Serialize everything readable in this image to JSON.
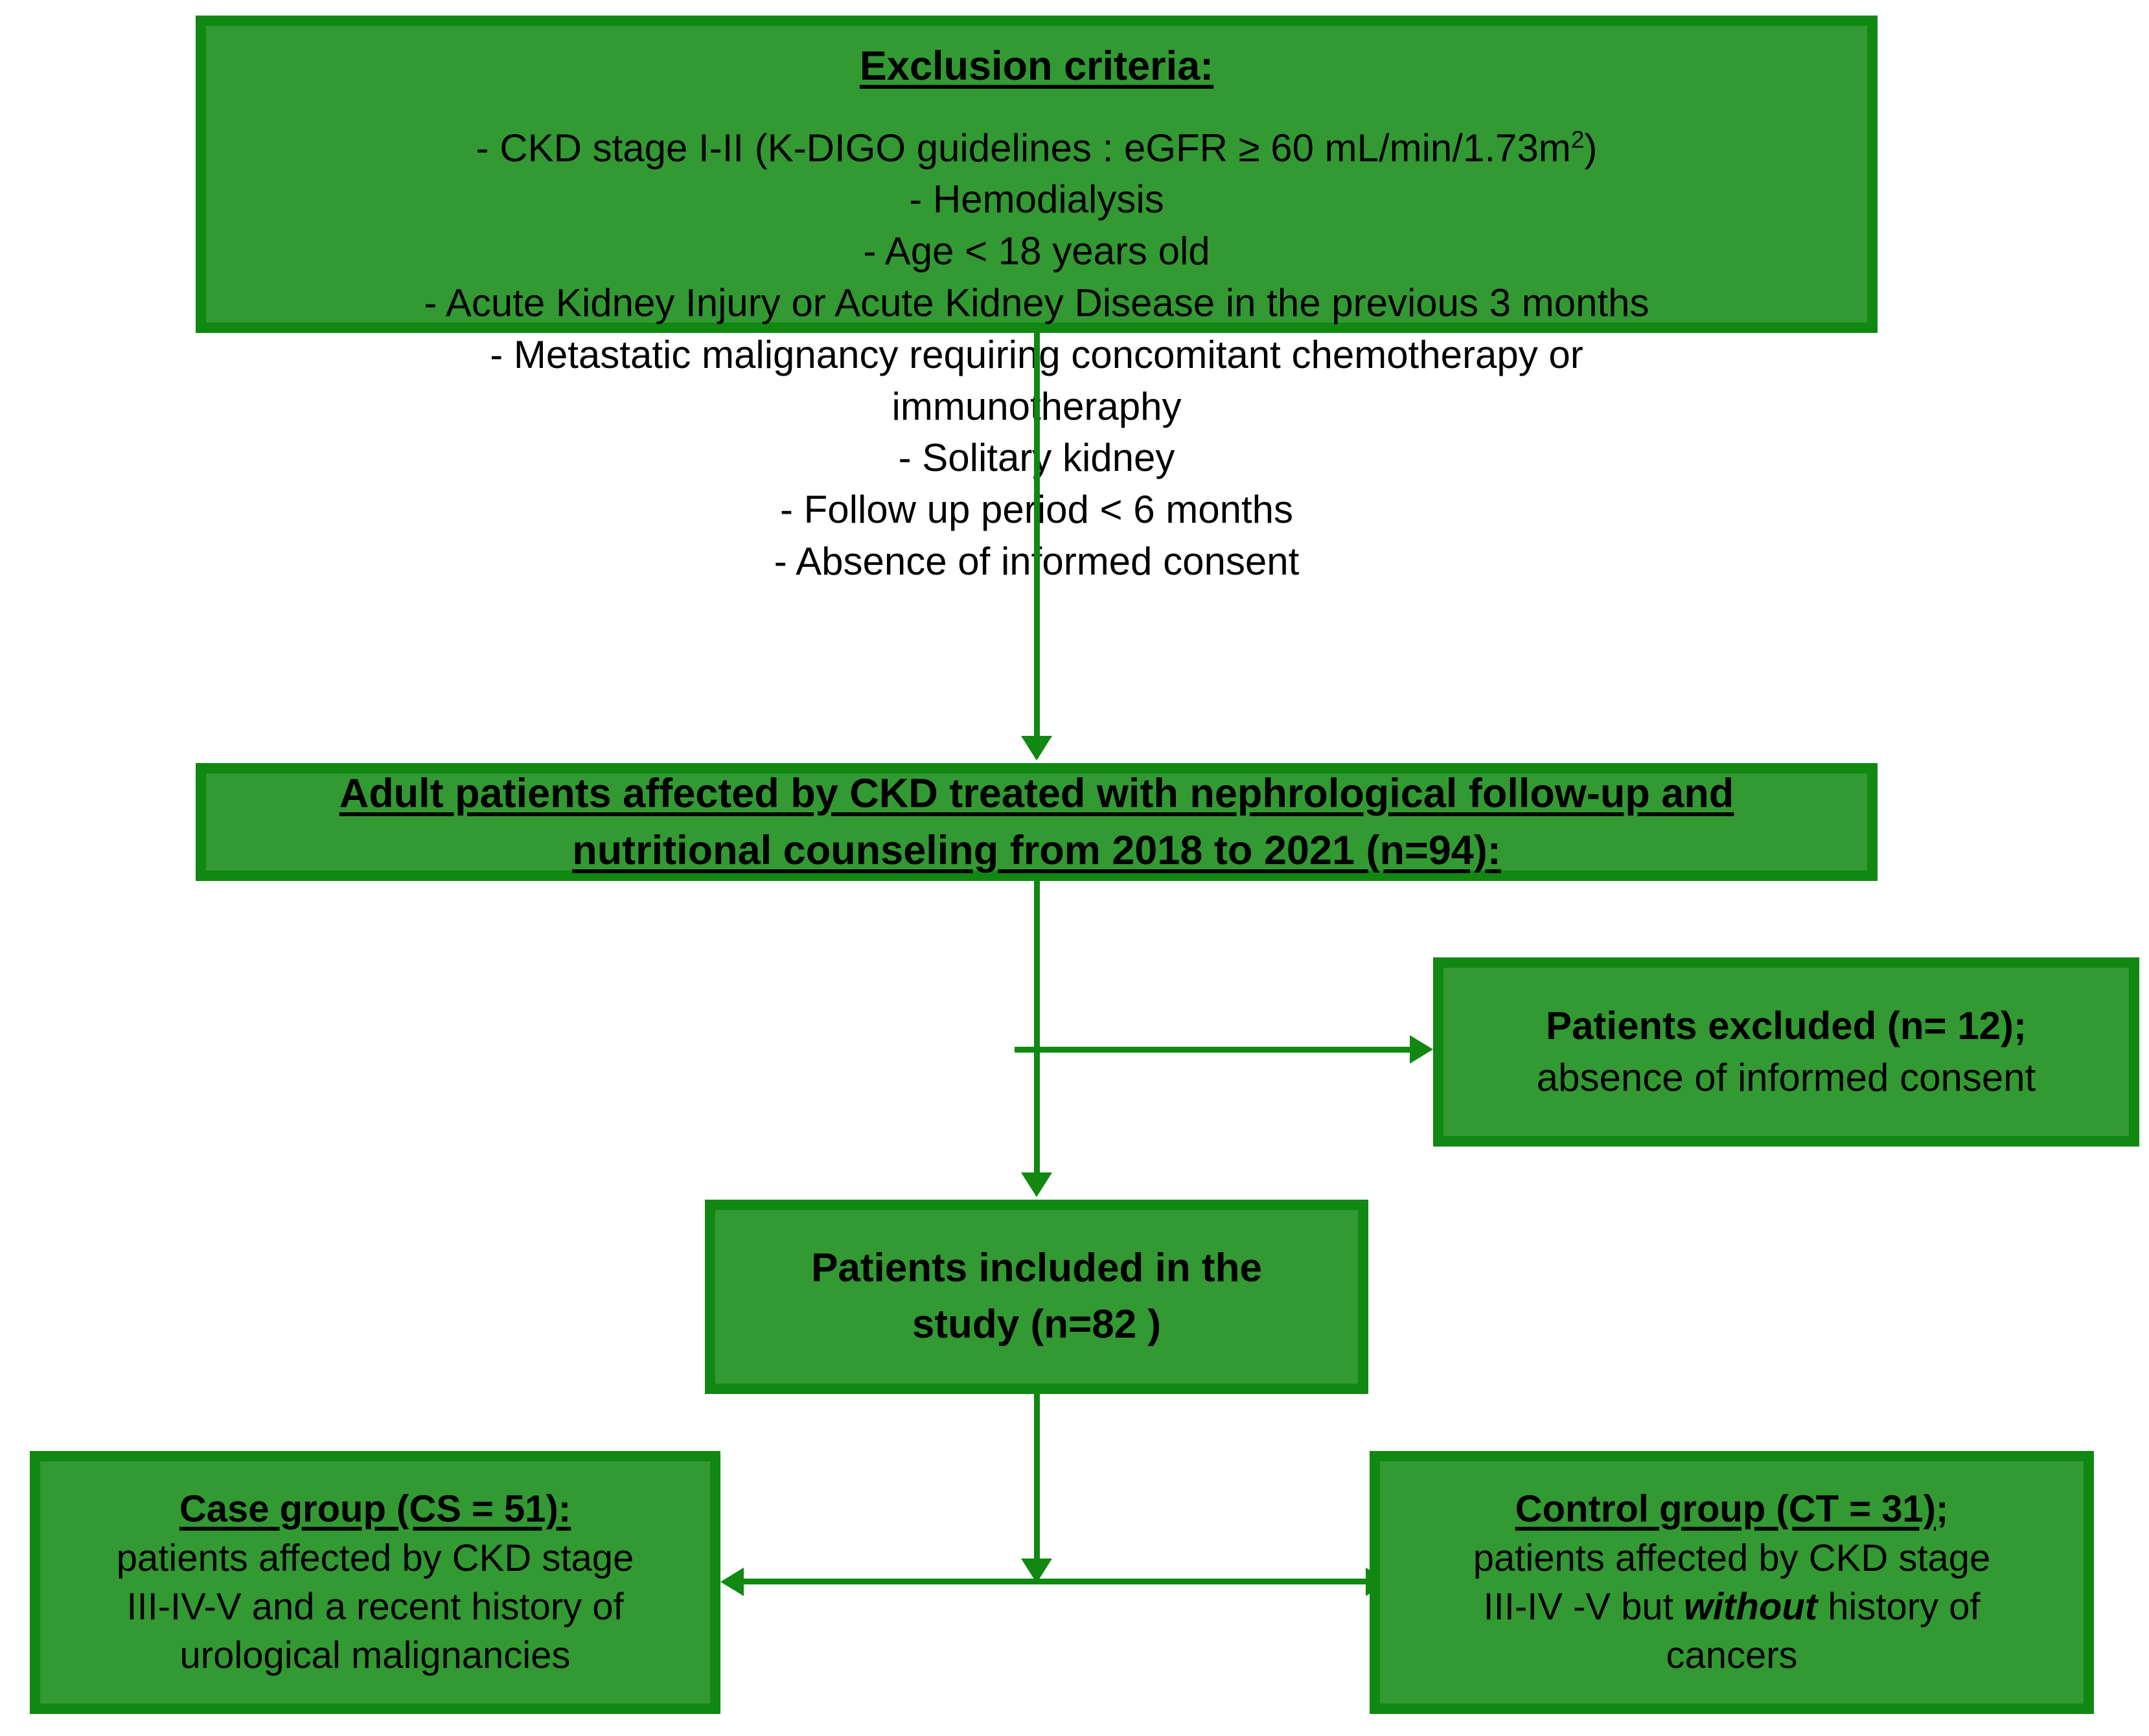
{
  "diagram": {
    "title": "CKD study participant flow diagram",
    "colors": {
      "box_fill": "#339933",
      "box_border": "#118811",
      "connector": "#118811",
      "text": "#000000",
      "background": "#ffffff"
    }
  },
  "exclusion_box": {
    "title": "Exclusion criteria:",
    "criteria": [
      "-  CKD stage I-II  (K-DIGO guidelines : eGFR ≥ 60 mL/min/1.73m",
      "-  Hemodialysis",
      "-  Age < 18 years old",
      "-  Acute Kidney Injury or Acute Kidney Disease in the previous 3 months",
      "-  Metastatic malignancy requiring concomitant chemotherapy or",
      "immunotheraphy",
      "-  Solitary kidney",
      "-  Follow up period < 6 months",
      "-  Absence of informed consent"
    ],
    "criterion_1_superscript": "2",
    "criterion_1_tail": ")"
  },
  "adult_box": {
    "line1": "Adult patients affected by CKD treated with nephrological follow-up and",
    "line2": "nutritional counseling from 2018 to 2021 (n=94):"
  },
  "excluded_box": {
    "line1": "Patients excluded (n= 12);",
    "line2": "absence of informed consent"
  },
  "included_box": {
    "line1": "Patients included in the",
    "line2": "study (n=82 )"
  },
  "case_box": {
    "heading": "Case group (CS = 51):",
    "line1": "patients affected by CKD stage",
    "line2": "III-IV-V  and a recent history of",
    "line3": "urological malignancies"
  },
  "control_box": {
    "heading": "Control group (CT = 31)",
    "heading_tail": ";",
    "line1": "patients affected by CKD stage",
    "line2_a": "III-IV  -V but ",
    "line2_b": "without",
    "line2_c": " history of",
    "line3": "cancers"
  },
  "connectors": {
    "exclusion_to_adult": "arrow-down",
    "adult_to_excluded": "arrow-right",
    "adult_to_included": "arrow-down",
    "included_to_groups": "arrow-down-then-bidirectional"
  }
}
